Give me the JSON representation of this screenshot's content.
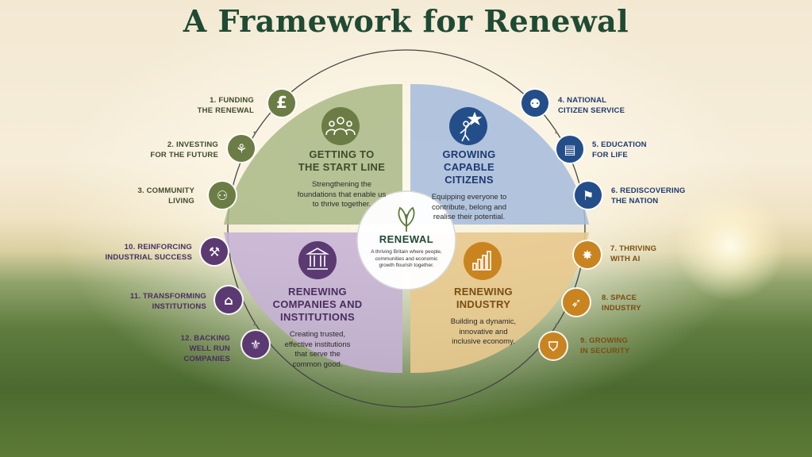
{
  "title": "A Framework for Renewal",
  "center": {
    "heading": "RENEWAL",
    "description": "A thriving Britain where people, communities and economic growth flourish together."
  },
  "quadrants": {
    "top_left": {
      "heading_line1": "GETTING TO",
      "heading_line2": "THE START LINE",
      "description": "Strengthening the foundations that enable us to thrive together.",
      "color": "#a9b886"
    },
    "top_right": {
      "heading_line1": "GROWING",
      "heading_line2": "CAPABLE CITIZENS",
      "description": "Equipping everyone to contribute, belong and realise their potential.",
      "color": "#a7bddc"
    },
    "bottom_left": {
      "heading_line1": "RENEWING",
      "heading_line2": "COMPANIES AND INSTITUTIONS",
      "description": "Creating trusted, effective institutions that serve the common good.",
      "color": "#c6b2d6"
    },
    "bottom_right": {
      "heading_line1": "RENEWING",
      "heading_line2": "INDUSTRY",
      "description": "Building a dynamic, innovative and inclusive economy.",
      "color": "#e8c98e"
    }
  },
  "items": [
    {
      "line1": "1. FUNDING",
      "line2": "THE RENEWAL",
      "icon": "pound-icon"
    },
    {
      "line1": "2. INVESTING",
      "line2": "FOR THE FUTURE",
      "icon": "sprout-icon"
    },
    {
      "line1": "3. COMMUNITY",
      "line2": "LIVING",
      "icon": "people-icon"
    },
    {
      "line1": "4. NATIONAL",
      "line2": "CITIZEN SERVICE",
      "icon": "group-icon"
    },
    {
      "line1": "5. EDUCATION",
      "line2": "FOR LIFE",
      "icon": "book-icon"
    },
    {
      "line1": "6. REDISCOVERING",
      "line2": "THE NATION",
      "icon": "map-icon"
    },
    {
      "line1": "7. THRIVING",
      "line2": "WITH AI",
      "icon": "brain-icon"
    },
    {
      "line1": "8. SPACE",
      "line2": "INDUSTRY",
      "icon": "rocket-icon"
    },
    {
      "line1": "9. GROWING",
      "line2": "IN SECURITY",
      "icon": "shield-icon"
    },
    {
      "line1": "10. REINFORCING",
      "line2": "INDUSTRIAL SUCCESS",
      "icon": "factory-icon"
    },
    {
      "line1": "11. TRANSFORMING",
      "line2": "INSTITUTIONS",
      "icon": "building-icon"
    },
    {
      "line1": "12. BACKING",
      "line2": "WELL RUN",
      "line3": "COMPANIES",
      "icon": "handshake-icon"
    }
  ],
  "colors": {
    "green": "#6b7d45",
    "blue": "#234e8a",
    "purple": "#5b3a72",
    "orange": "#c98420",
    "title": "#1f4a33"
  }
}
